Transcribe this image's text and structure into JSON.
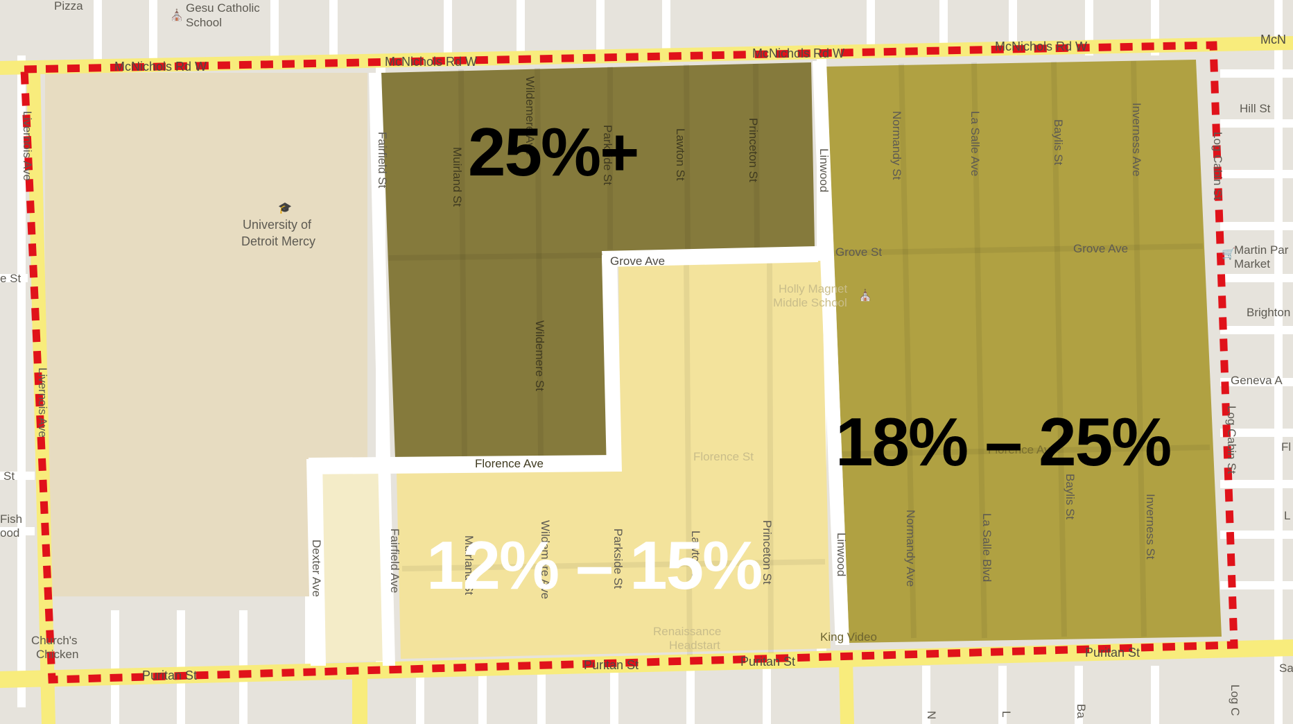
{
  "title": "",
  "colors": {
    "background": "#e9e7e2",
    "major_road": "#f8ec7c",
    "campus": "#e7dcc1",
    "zone_high": "#857a3c",
    "zone_mid": "#b0a142",
    "zone_low": "#f4e6a5",
    "zone_low_pale": "#f4ecc8",
    "boundary": "#e0121a"
  },
  "zones": [
    {
      "id": "zone-25-plus",
      "label": "25%+",
      "value_text": "25%+"
    },
    {
      "id": "zone-18-25",
      "label": "18% – 25%",
      "value_text": "18% – 25%"
    },
    {
      "id": "zone-12-15",
      "label": "12% – 15%",
      "value_text": "12% – 15%"
    }
  ],
  "labels": {
    "pizza": "Pizza",
    "gesu_school_1": "Gesu Catholic",
    "gesu_school_2": "School",
    "mcnichols_top_left": "McNichols Rd W",
    "mcnichols_mid": "McNichols Rd W",
    "mcnichols_top_center": "McNichols Rd W",
    "mcnichols_right": "McNichols Rd W",
    "mcn_edge": "McN",
    "hill_st": "Hill St",
    "university_1": "University of",
    "university_2": "Detroit Mercy",
    "fairfield_st": "Fairfield St",
    "fairfield_ave": "Fairfield Ave",
    "livernois_top": "Livernois Ave",
    "livernois_bottom": "Livernois Ave",
    "muirland_top": "Muirland St",
    "muirland_bottom": "Muirland St",
    "wildemere_top": "Wildemere Ave",
    "wildemere_mid": "Wildemere St",
    "wildemere_bottom": "Wildemere Ave",
    "parkside_top": "Parkside St",
    "parkside_bottom": "Parkside St",
    "lawton_top": "Lawton St",
    "lawton_bottom": "Lawton St",
    "princeton_top": "Princeton St",
    "princeton_bottom": "Princeton St",
    "linwood_top": "Linwood",
    "linwood_bottom": "Linwood",
    "normandy_top": "Normandy St",
    "normandy_bottom": "Normandy Ave",
    "lasalle_top": "La Salle Ave",
    "lasalle_bottom": "La Salle Blvd",
    "baylis_top": "Baylis St",
    "baylis_bottom": "Baylis St",
    "inverness_top": "Inverness Ave",
    "inverness_bottom": "Inverness St",
    "log_cabin_top": "Log Cabin St",
    "log_cabin_mid": "Log Cabin St",
    "log_cabin_bottom": "Log C",
    "grove_ave_left": "Grove Ave",
    "grove_st": "Grove St",
    "grove_ave_right": "Grove Ave",
    "holly_school_1": "Holly Magnet",
    "holly_school_2": "Middle School",
    "florence_ave_left": "Florence Ave",
    "florence_st": "Florence St",
    "florence_ave_right": "Florence Ave",
    "martin_park_1": "Martin Par",
    "martin_park_2": "Market",
    "brighton": "Brighton",
    "geneva": "Geneva A",
    "fl_edge": "Fl",
    "l_edge": "L",
    "e_st": "e St",
    "st_left": "St",
    "fish_1": "Fish",
    "fish_2": "ood",
    "dexter": "Dexter Ave",
    "churchs_1": "Church's",
    "churchs_2": "Chicken",
    "puritan_left": "Puritan St",
    "puritan_mid": "Puritan St",
    "puritan_center": "Puritan St",
    "puritan_right": "Puritan St",
    "renaissance_1": "Renaissance",
    "renaissance_2": "Headstart",
    "king_video": "King Video",
    "sa_edge": "Sa",
    "n_edge": "N",
    "l_bottom_edge": "L",
    "ba_edge": "Ba",
    "log_c_bottom": "Log C",
    "pizza_icon": "restaurant-icon"
  }
}
